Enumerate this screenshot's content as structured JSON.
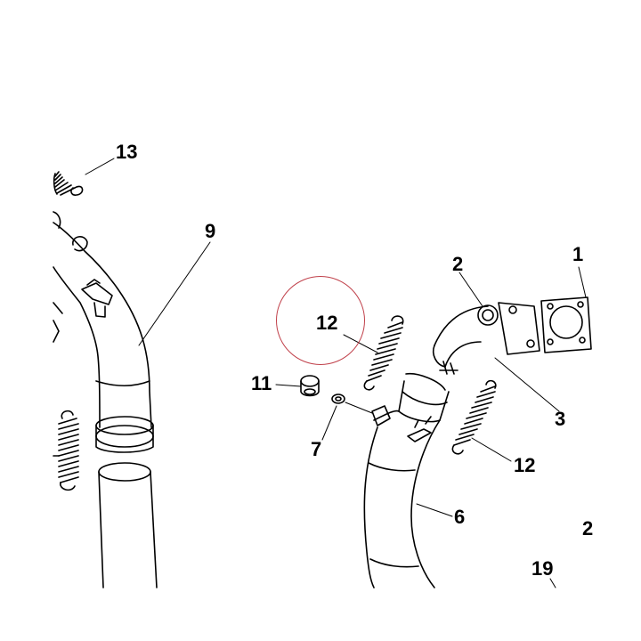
{
  "diagram": {
    "callouts": {
      "c13": "13",
      "c9": "9",
      "c2": "2",
      "c1": "1",
      "c12a": "12",
      "c11": "11",
      "c3": "3",
      "c7": "7",
      "c12b": "12",
      "c6": "6",
      "c19": "19",
      "c2b": "2"
    },
    "highlight_color": "#c0404a",
    "line_color": "#000000",
    "highlighted_callout": "12"
  }
}
